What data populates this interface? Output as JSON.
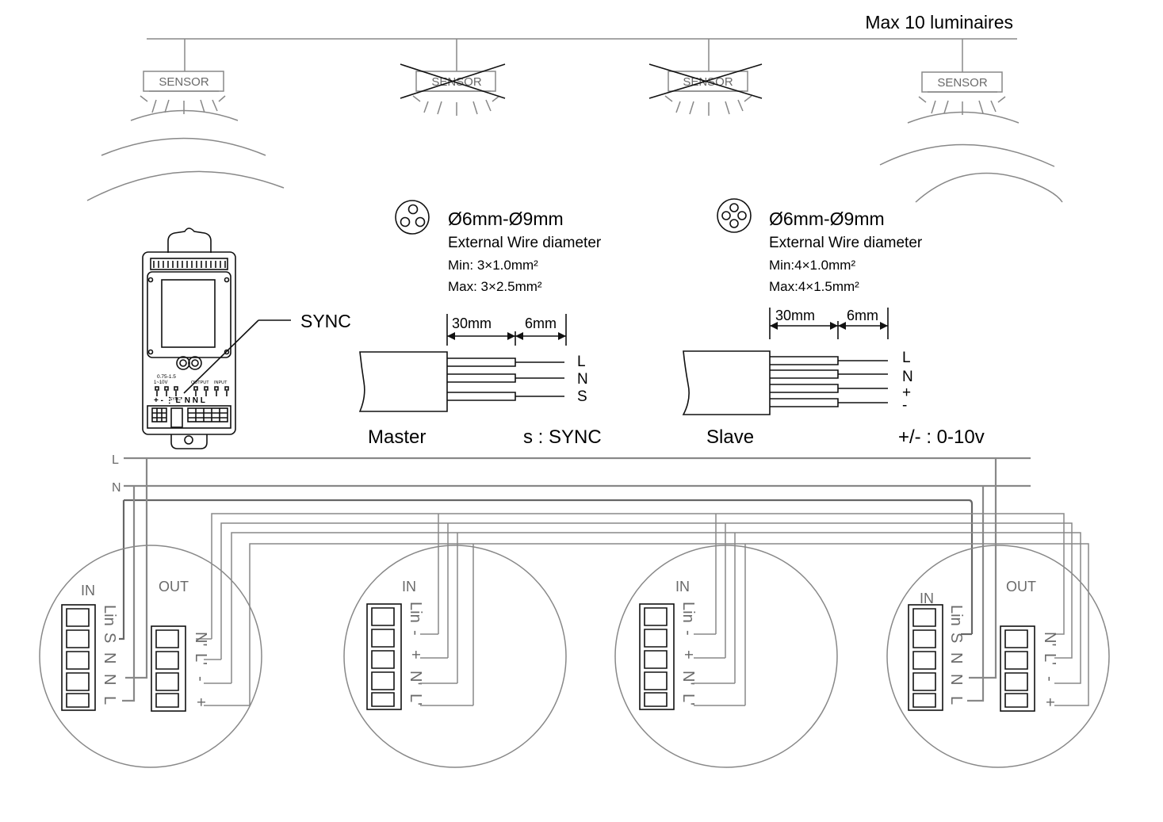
{
  "header": {
    "title": "Max 10 luminaires"
  },
  "sensors": [
    {
      "label": "SENSOR",
      "crossed": false
    },
    {
      "label": "SENSOR",
      "crossed": true
    },
    {
      "label": "SENSOR",
      "crossed": true
    },
    {
      "label": "SENSOR",
      "crossed": false
    }
  ],
  "sync_label": "SYNC",
  "master_cable": {
    "diameter": "Ø6mm-Ø9mm",
    "desc": "External Wire diameter",
    "min": "Min: 3×1.0mm²",
    "max": "Max: 3×2.5mm²",
    "strip_long": "30mm",
    "strip_short": "6mm",
    "wires": [
      "L",
      "N",
      "S"
    ],
    "caption": "Master",
    "note": "s  : SYNC"
  },
  "slave_cable": {
    "diameter": "Ø6mm-Ø9mm",
    "desc": "External Wire diameter",
    "min": "Min:4×1.0mm²",
    "max": "Max:4×1.5mm²",
    "strip_long": "30mm",
    "strip_short": "6mm",
    "wires": [
      "L",
      "N",
      "+",
      "-"
    ],
    "caption": "Slave",
    "note": "+/-  : 0-10v"
  },
  "bus": {
    "line_l": "L",
    "line_n": "N"
  },
  "device_panel": {
    "model": "0.75-1.5",
    "range": "1~10V",
    "output": "OUTPUT",
    "input": "INPUT",
    "sync": "SYNC",
    "terminals": "+ - ⋮ L' N N L"
  },
  "units": [
    {
      "in_label": "IN",
      "out_label": "OUT",
      "in_pins": [
        "Lin",
        "S",
        "N",
        "N",
        "L"
      ],
      "out_pins": [
        "N'",
        "L'",
        "-",
        "+"
      ]
    },
    {
      "in_label": "IN",
      "in_pins": [
        "Lin",
        "-",
        "+",
        "N'",
        "L'"
      ]
    },
    {
      "in_label": "IN",
      "in_pins": [
        "Lin",
        "-",
        "+",
        "N'",
        "L'"
      ]
    },
    {
      "in_label": "IN",
      "out_label": "OUT",
      "in_pins": [
        "Lin",
        "S",
        "N",
        "N",
        "L"
      ],
      "out_pins": [
        "N'",
        "L'",
        "-",
        "+"
      ]
    }
  ],
  "colors": {
    "line": "#888888",
    "ink": "#111111"
  }
}
